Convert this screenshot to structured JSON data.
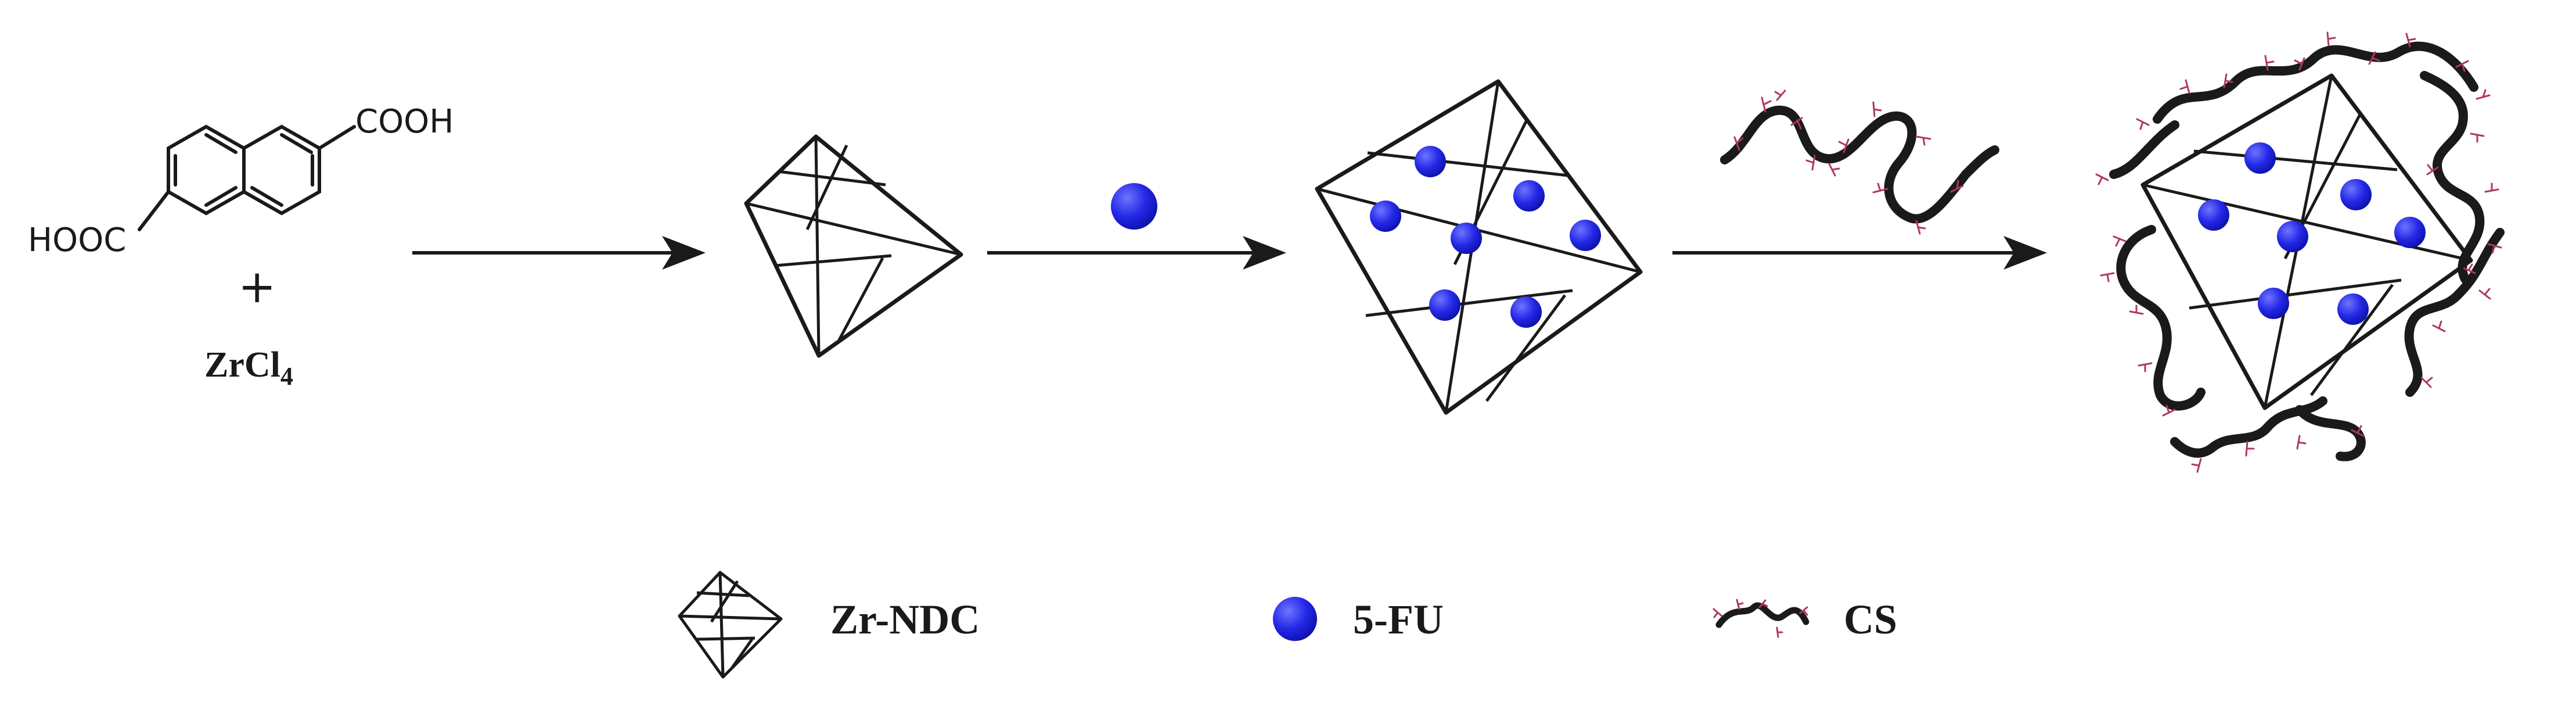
{
  "reactants": {
    "acid_left_label": "HOOC",
    "acid_right_label": "COOH",
    "plus": "+",
    "metal_salt": "ZrCl",
    "metal_salt_subscript": "4"
  },
  "legend": {
    "mof_label": "Zr-NDC",
    "drug_label": "5-FU",
    "polymer_label": "CS"
  },
  "colors": {
    "drug": "#1f24e0",
    "polymer_hair": "#b0385a",
    "line": "#1a1a1a"
  }
}
